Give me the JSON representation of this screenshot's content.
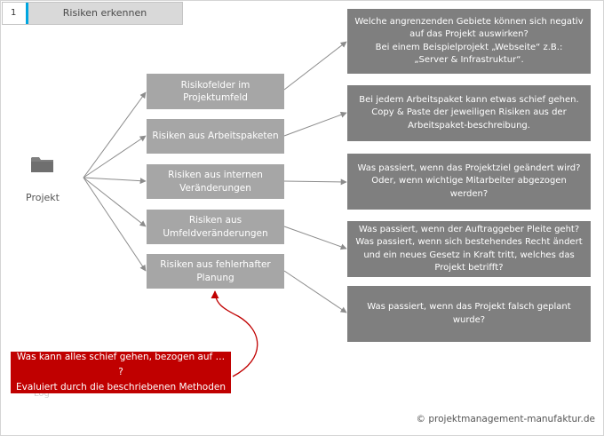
{
  "header": {
    "number": "1",
    "title": "Risiken erkennen"
  },
  "root": {
    "label": "Projekt",
    "icon": "folder-icon"
  },
  "categories": [
    {
      "label": "Risikofelder im Projektumfeld"
    },
    {
      "label": "Risiken aus Arbeitspaketen"
    },
    {
      "label": "Risiken aus internen Veränderungen"
    },
    {
      "label": "Risiken aus Umfeldveränderungen"
    },
    {
      "label": "Risiken aus fehlerhafter Planung"
    }
  ],
  "answers": [
    {
      "text": "Welche angrenzenden Gebiete können sich negativ\nauf das Projekt auswirken?\nBei einem Beispielprojekt „Webseite“ z.B.:\n„Server & Infrastruktur“."
    },
    {
      "text": "Bei jedem Arbeitspaket kann etwas schief gehen.\nCopy & Paste der jeweiligen Risiken aus der\nArbeitspaket-beschreibung."
    },
    {
      "text": "Was passiert, wenn das Projektziel geändert wird?\nOder, wenn wichtige Mitarbeiter abgezogen\nwerden?"
    },
    {
      "text": "Was passiert, wenn der Auftraggeber Pleite geht?\nWas passiert, wenn sich bestehendes Recht ändert\nund ein neues Gesetz in Kraft tritt, welches das\nProjekt betrifft?"
    },
    {
      "text": "Was passiert, wenn das Projekt falsch geplant\nwurde?"
    }
  ],
  "note": {
    "text": "Was kann alles schief gehen, bezogen auf … ?\nEvaluiert durch die beschriebenen Methoden"
  },
  "ghost_label": "Log",
  "credit": "© projektmanagement-manufaktur.de",
  "colors": {
    "category": "#a6a6a6",
    "answer": "#7f7f7f",
    "note": "#c00000",
    "accent": "#00a6e0",
    "connector": "#8c8c8c",
    "arrow_red": "#c00000"
  }
}
